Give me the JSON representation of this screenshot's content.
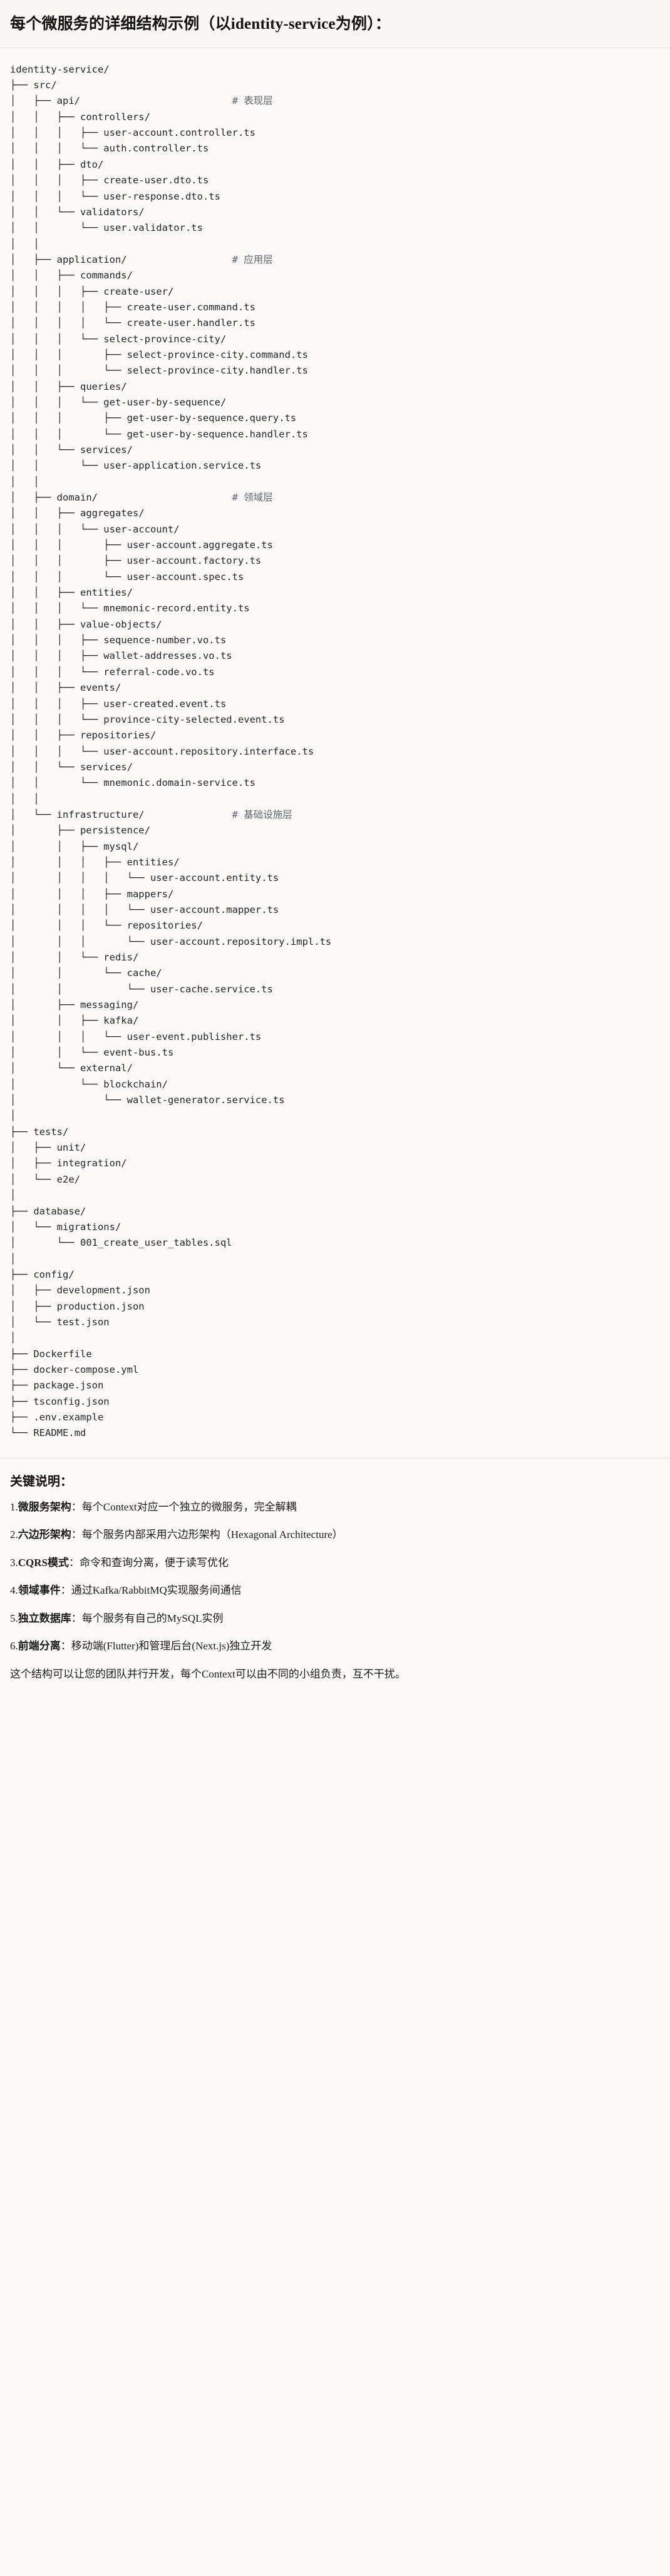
{
  "header": {
    "title": "每个微服务的详细结构示例（以identity-service为例）："
  },
  "tree": {
    "root": "identity-service/",
    "text": "identity-service/\n├── src/\n│   ├── api/                          # 表现层\n│   │   ├── controllers/\n│   │   │   ├── user-account.controller.ts\n│   │   │   └── auth.controller.ts\n│   │   ├── dto/\n│   │   │   ├── create-user.dto.ts\n│   │   │   └── user-response.dto.ts\n│   │   └── validators/\n│   │       └── user.validator.ts\n│   │\n│   ├── application/                  # 应用层\n│   │   ├── commands/\n│   │   │   ├── create-user/\n│   │   │   │   ├── create-user.command.ts\n│   │   │   │   └── create-user.handler.ts\n│   │   │   └── select-province-city/\n│   │   │       ├── select-province-city.command.ts\n│   │   │       └── select-province-city.handler.ts\n│   │   ├── queries/\n│   │   │   └── get-user-by-sequence/\n│   │   │       ├── get-user-by-sequence.query.ts\n│   │   │       └── get-user-by-sequence.handler.ts\n│   │   └── services/\n│   │       └── user-application.service.ts\n│   │\n│   ├── domain/                       # 领域层\n│   │   ├── aggregates/\n│   │   │   └── user-account/\n│   │   │       ├── user-account.aggregate.ts\n│   │   │       ├── user-account.factory.ts\n│   │   │       └── user-account.spec.ts\n│   │   ├── entities/\n│   │   │   └── mnemonic-record.entity.ts\n│   │   ├── value-objects/\n│   │   │   ├── sequence-number.vo.ts\n│   │   │   ├── wallet-addresses.vo.ts\n│   │   │   └── referral-code.vo.ts\n│   │   ├── events/\n│   │   │   ├── user-created.event.ts\n│   │   │   └── province-city-selected.event.ts\n│   │   ├── repositories/\n│   │   │   └── user-account.repository.interface.ts\n│   │   └── services/\n│   │       └── mnemonic.domain-service.ts\n│   │\n│   └── infrastructure/               # 基础设施层\n│       ├── persistence/\n│       │   ├── mysql/\n│       │   │   ├── entities/\n│       │   │   │   └── user-account.entity.ts\n│       │   │   ├── mappers/\n│       │   │   │   └── user-account.mapper.ts\n│       │   │   └── repositories/\n│       │   │       └── user-account.repository.impl.ts\n│       │   └── redis/\n│       │       └── cache/\n│       │           └── user-cache.service.ts\n│       ├── messaging/\n│       │   ├── kafka/\n│       │   │   └── user-event.publisher.ts\n│       │   └── event-bus.ts\n│       └── external/\n│           └── blockchain/\n│               └── wallet-generator.service.ts\n│\n├── tests/\n│   ├── unit/\n│   ├── integration/\n│   └── e2e/\n│\n├── database/\n│   └── migrations/\n│       └── 001_create_user_tables.sql\n│\n├── config/\n│   ├── development.json\n│   ├── production.json\n│   └── test.json\n│\n├── Dockerfile\n├── docker-compose.yml\n├── package.json\n├── tsconfig.json\n├── .env.example\n└── README.md",
    "layer_comments": [
      {
        "path": "api/",
        "comment": "# 表现层"
      },
      {
        "path": "application/",
        "comment": "# 应用层"
      },
      {
        "path": "domain/",
        "comment": "# 领域层"
      },
      {
        "path": "infrastructure/",
        "comment": "# 基础设施层"
      }
    ]
  },
  "notes": {
    "title": "关键说明：",
    "items": [
      {
        "index": "1.",
        "term": "微服务架构",
        "sep": "：",
        "desc": "每个Context对应一个独立的微服务，完全解耦"
      },
      {
        "index": "2.",
        "term": "六边形架构",
        "sep": "：",
        "desc": "每个服务内部采用六边形架构（Hexagonal Architecture）"
      },
      {
        "index": "3.",
        "term": "CQRS模式",
        "sep": "：",
        "desc": "命令和查询分离，便于读写优化"
      },
      {
        "index": "4.",
        "term": "领域事件",
        "sep": "：",
        "desc": "通过Kafka/RabbitMQ实现服务间通信"
      },
      {
        "index": "5.",
        "term": "独立数据库",
        "sep": "：",
        "desc": "每个服务有自己的MySQL实例"
      },
      {
        "index": "6.",
        "term": "前端分离",
        "sep": "：",
        "desc": "移动端(Flutter)和管理后台(Next.js)独立开发"
      }
    ],
    "closing": "这个结构可以让您的团队并行开发，每个Context可以由不同的小组负责，互不干扰。"
  },
  "colors": {
    "page_bg": "#fbfaf8",
    "header_bg": "#f8f7f4",
    "divider": "#e7e5e0",
    "text": "#1b1b1b",
    "code_text": "#22262b",
    "comment_text": "#5f6570"
  }
}
